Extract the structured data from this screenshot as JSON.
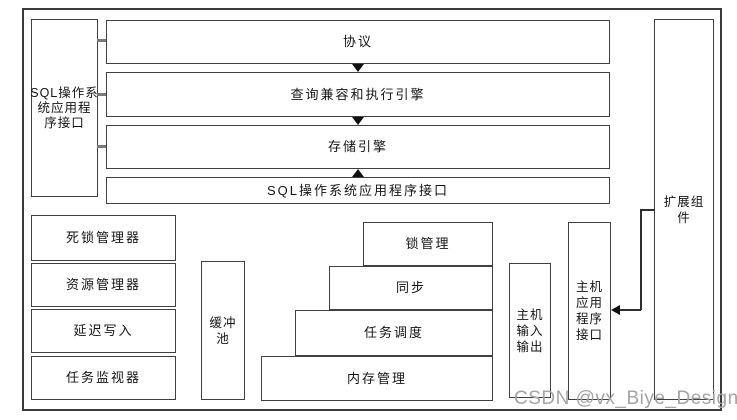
{
  "diagram": {
    "left_api_box": {
      "lines": [
        "SQL操作系",
        "统应用程",
        "序接口"
      ]
    },
    "layers": [
      {
        "label": "协议"
      },
      {
        "label": "查询兼容和执行引擎"
      },
      {
        "label": "存储引擎"
      },
      {
        "label": "SQL操作系统应用程序接口"
      }
    ],
    "left_stack": [
      {
        "label": "死锁管理器"
      },
      {
        "label": "资源管理器"
      },
      {
        "label": "延迟写入"
      },
      {
        "label": "任务监视器"
      }
    ],
    "buffer_pool": {
      "lines": [
        "缓冲",
        "池"
      ]
    },
    "pyramid": [
      {
        "label": "锁管理"
      },
      {
        "label": "同步"
      },
      {
        "label": "任务调度"
      },
      {
        "label": "内存管理"
      }
    ],
    "host_io": {
      "lines": [
        "主机",
        "输入",
        "输出"
      ]
    },
    "host_api": {
      "lines": [
        "主机",
        "应用",
        "程序",
        "接口"
      ]
    },
    "extension": {
      "lines": [
        "扩展组",
        "件"
      ]
    }
  },
  "watermark": {
    "text": "CSDN @vx_Biye_Design"
  },
  "colors": {
    "background": "#ffffff",
    "box_border": "#404040",
    "outer_border": "#3a3a3a",
    "text": "#141414",
    "connector": "#7a7a7a",
    "arrow": "#111111",
    "watermark": "#a4a4a4"
  }
}
